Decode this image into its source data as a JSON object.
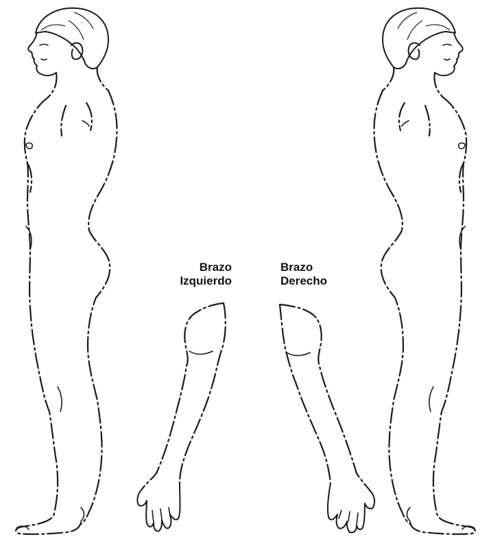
{
  "labels": {
    "left_arm": {
      "line1": "Brazo",
      "line2": "Izquierdo"
    },
    "right_arm": {
      "line1": "Brazo",
      "line2": "Derecho"
    }
  },
  "colors": {
    "ink": "#1a1a1a",
    "background": "#ffffff"
  }
}
